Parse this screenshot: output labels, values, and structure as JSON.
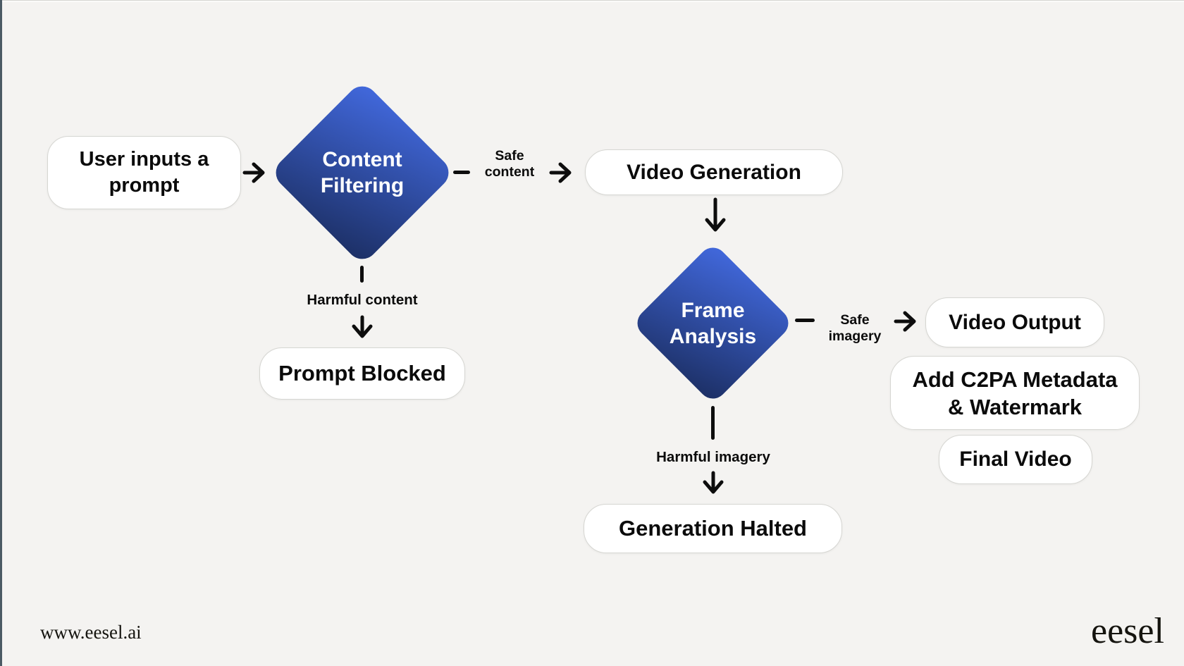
{
  "diagram": {
    "nodes": {
      "user_prompt": {
        "label_line1": "User inputs a",
        "label_line2": "prompt"
      },
      "content_filtering": {
        "label_line1": "Content",
        "label_line2": "Filtering"
      },
      "video_generation": {
        "label": "Video Generation"
      },
      "prompt_blocked": {
        "label": "Prompt Blocked"
      },
      "frame_analysis": {
        "label_line1": "Frame",
        "label_line2": "Analysis"
      },
      "video_output": {
        "label": "Video Output"
      },
      "c2pa_watermark": {
        "label_line1": "Add C2PA Metadata",
        "label_line2": "& Watermark"
      },
      "final_video": {
        "label": "Final Video"
      },
      "generation_halted": {
        "label": "Generation Halted"
      }
    },
    "edge_labels": {
      "safe_content_line1": "Safe",
      "safe_content_line2": "content",
      "harmful_content": "Harmful content",
      "safe_imagery_line1": "Safe",
      "safe_imagery_line2": "imagery",
      "harmful_imagery": "Harmful imagery"
    },
    "colors": {
      "background": "#f4f3f1",
      "diamond_gradient_light": "#4269DE",
      "diamond_gradient_dark": "#1C2F64",
      "node_fill": "#ffffff",
      "node_border": "#d6d6d2",
      "arrow": "#0d0d0d",
      "text": "#0b0b0b"
    }
  },
  "footer": {
    "website_url": "www.eesel.ai",
    "brand_logo": "eesel"
  }
}
